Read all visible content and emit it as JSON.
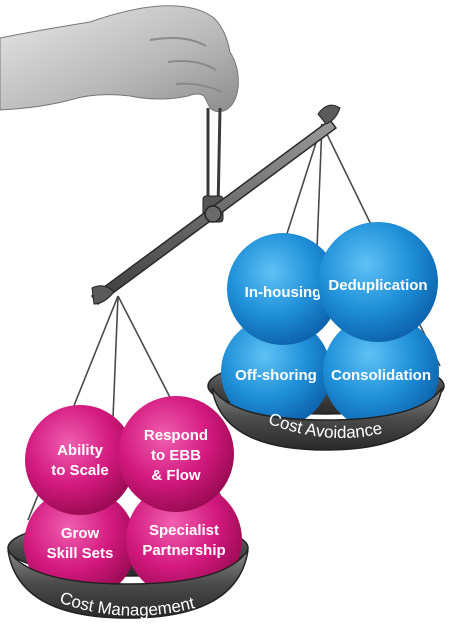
{
  "colors": {
    "blue": "#1e8fd8",
    "pink": "#d3197e",
    "metal": "#5a5a5a"
  },
  "icons": {
    "hand": "hand-holding-scale-icon"
  },
  "right_pan": {
    "label": "Cost Avoidance",
    "balls": [
      {
        "line1": "In-housing",
        "line2": "",
        "line3": ""
      },
      {
        "line1": "Deduplication",
        "line2": "",
        "line3": ""
      },
      {
        "line1": "Off-shoring",
        "line2": "",
        "line3": ""
      },
      {
        "line1": "Consolidation",
        "line2": "",
        "line3": ""
      }
    ]
  },
  "left_pan": {
    "label": "Cost Management",
    "balls": [
      {
        "line1": "Ability",
        "line2": "to Scale",
        "line3": ""
      },
      {
        "line1": "Respond",
        "line2": "to EBB",
        "line3": "& Flow"
      },
      {
        "line1": "Grow",
        "line2": "Skill Sets",
        "line3": ""
      },
      {
        "line1": "Specialist",
        "line2": "Partnership",
        "line3": ""
      }
    ]
  }
}
